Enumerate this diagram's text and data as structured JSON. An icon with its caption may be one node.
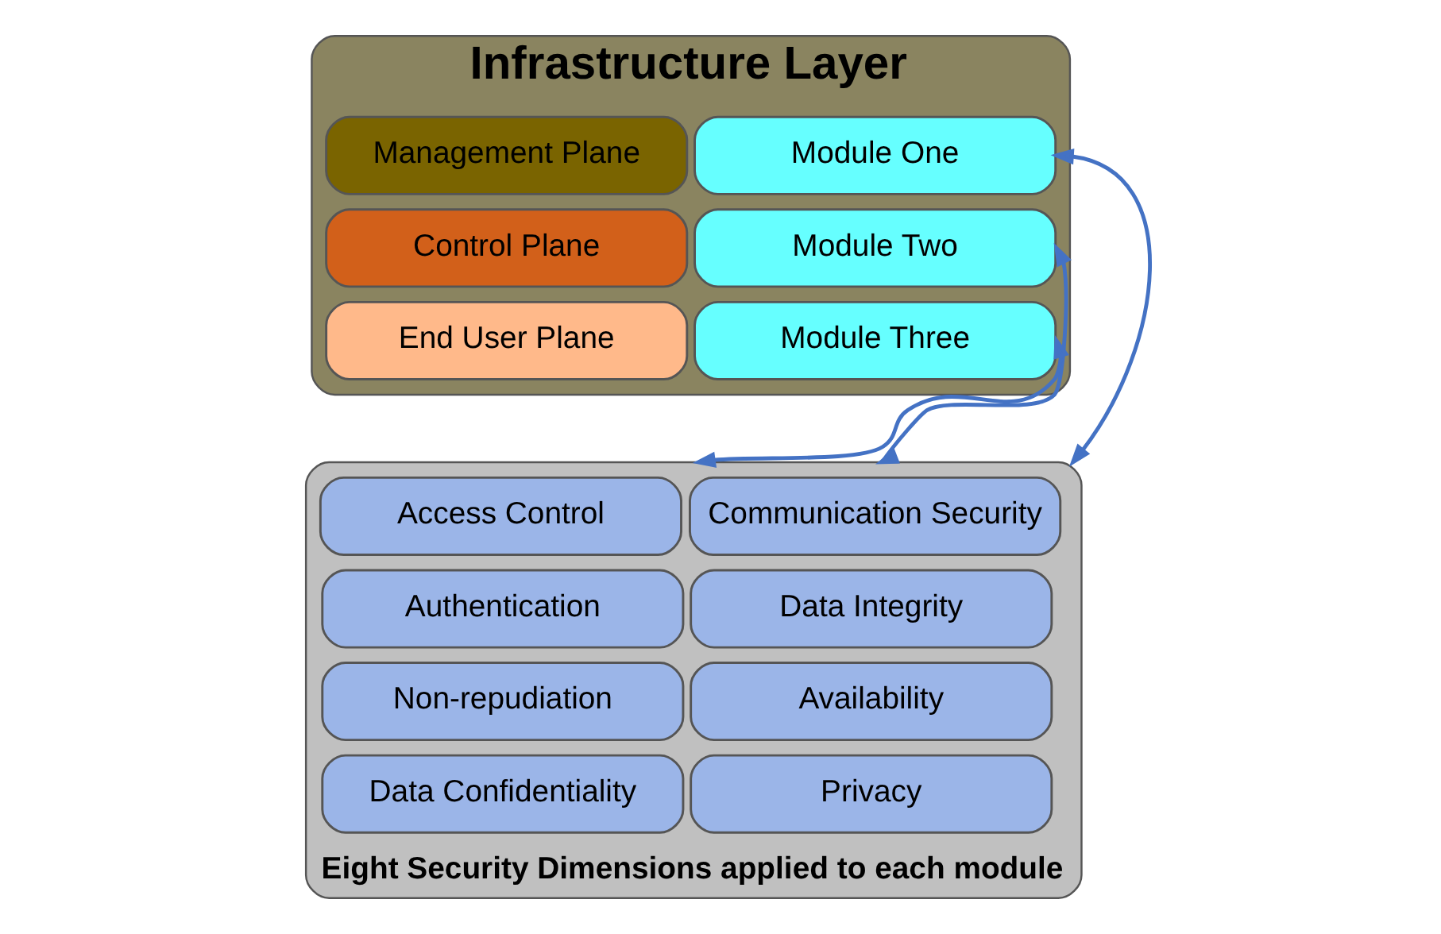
{
  "diagram": {
    "nodes": [
      {
        "text": [
          "Infrastructure Layer"
        ]
      },
      {
        "text": [
          "Management Plane"
        ],
        "in": 0
      },
      {
        "text": [
          "Module One"
        ],
        "in": 0
      },
      {
        "text": [
          "Control Plane"
        ],
        "in": 0
      },
      {
        "text": [
          "Module Two"
        ],
        "in": 0
      },
      {
        "text": [
          "End User Plane"
        ],
        "in": 0
      },
      {
        "text": [
          "Module Three"
        ],
        "in": 0
      },
      {
        "text": [
          "Eight Security Dimensions applied to each module"
        ]
      },
      {
        "text": [
          "Access Control"
        ],
        "in": 7
      },
      {
        "text": [
          "Communication Security"
        ],
        "in": 7
      },
      {
        "text": [
          "Authentication"
        ],
        "in": 7
      },
      {
        "text": [
          "Data Integrity"
        ],
        "in": 7
      },
      {
        "text": [
          "Non-repudiation"
        ],
        "in": 7
      },
      {
        "text": [
          "Availability"
        ],
        "in": 7
      },
      {
        "text": [
          "Data Confidentiality"
        ],
        "in": 7
      },
      {
        "text": [
          "Privacy"
        ],
        "in": 7
      }
    ],
    "edges": [
      {
        "from": 7,
        "to": 2,
        "arrow": "both"
      },
      {
        "from": 7,
        "to": 4,
        "arrow": "both"
      },
      {
        "from": 7,
        "to": 6,
        "arrow": "both"
      }
    ]
  }
}
